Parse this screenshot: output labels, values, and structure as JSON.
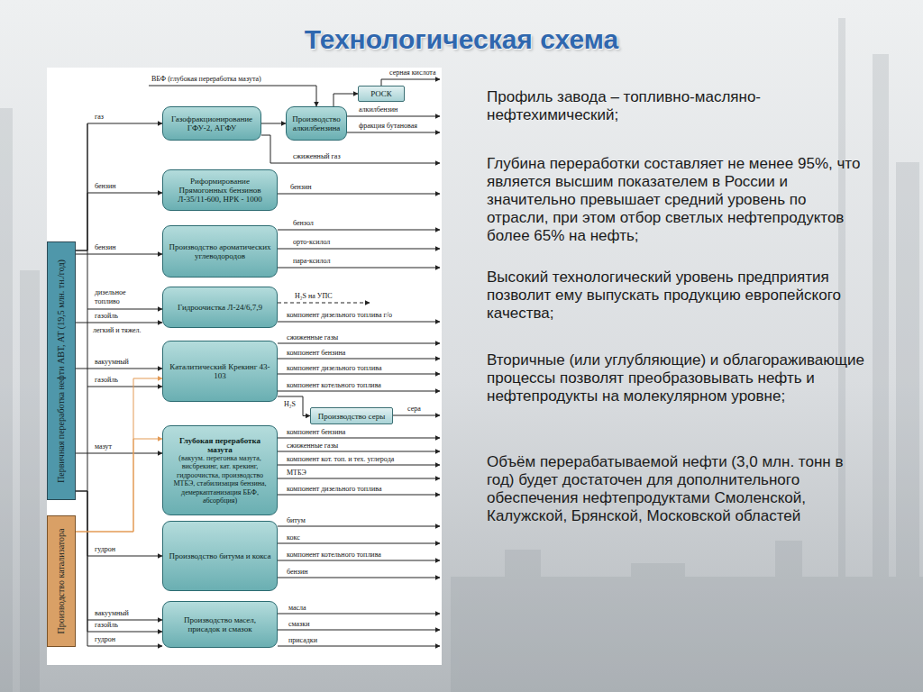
{
  "diagram": {
    "title": "Технологическая схема",
    "nodes": [
      {
        "text": [
          "Первичная переработка нефти АВТ, АТ (19,5 млн. тн./год)"
        ]
      },
      {
        "text": [
          "Газофракционирование ГФУ-2, АГФУ"
        ]
      },
      {
        "text": [
          "Производство алкилбензина"
        ]
      },
      {
        "text": [
          "РОСК"
        ]
      },
      {
        "text": [
          "Риформирование Прямогонных бензинов Л-35/11-600, НРК - 1000"
        ]
      },
      {
        "text": [
          "Производство ароматических углеводородов"
        ]
      },
      {
        "text": [
          "Гидроочистка Л-24/6,7,9"
        ]
      },
      {
        "text": [
          "Каталитический Крекинг 43-103"
        ]
      },
      {
        "text": [
          "Производство серы"
        ]
      },
      {
        "text": [
          "Глубокая переработка мазута",
          "(вакуум. перегонка мазута, висбрекинг, кат. крекинг, гидроочистка, производство МТБЭ, стабилизация бензина, демеркаптанизация ББФ, абсорбция)"
        ]
      },
      {
        "text": [
          "Производство битума и кокса"
        ]
      },
      {
        "text": [
          "Производство масел, присадок и смазок"
        ]
      },
      {
        "text": [
          "Производство катализатора"
        ]
      }
    ],
    "edges": [
      {
        "from": 0,
        "to": 1,
        "label": "газ",
        "arrow": "to"
      },
      {
        "from": 1,
        "to": 2,
        "arrow": "to"
      },
      {
        "from": 2,
        "to": 3,
        "arrow": "to"
      },
      {
        "from": 0,
        "to": 4,
        "label": "бензин",
        "arrow": "to"
      },
      {
        "from": 0,
        "to": 5,
        "label": "бензин",
        "arrow": "to"
      },
      {
        "from": 0,
        "to": 6,
        "arrow": "to"
      },
      {
        "from": 0,
        "to": 7,
        "arrow": "to"
      },
      {
        "from": 7,
        "to": 8,
        "arrow": "to"
      },
      {
        "from": 0,
        "to": 9,
        "label": "мазут",
        "arrow": "to"
      },
      {
        "from": 0,
        "to": 10,
        "label": "гудрон",
        "arrow": "to"
      },
      {
        "from": 0,
        "to": 11,
        "arrow": "to"
      },
      {
        "from": 12,
        "to": 7,
        "arrow": "to"
      },
      {
        "from": 12,
        "to": 9,
        "arrow": "to"
      }
    ],
    "labels": [
      "ВБФ (глубокая переработка мазута)",
      "серная кислота",
      "алкилбензин",
      "фракция бутановая",
      "сжиженный газ",
      "бензин",
      "бензол",
      "орто-ксилол",
      "пара-ксилол",
      "дизельное топливо",
      "газойль",
      "легкий и тяжел.",
      "H₂S на УПС",
      "компонент дизельного топлива г/о",
      "сжиженные газы",
      "компонент бензина",
      "компонент дизельного топлива",
      "компонент котельного топлива",
      "вакуумный",
      "газойль",
      "H₂S",
      "сера",
      "компонент бензина",
      "сжиженные газы",
      "компонент кот. топ. и тех. углерода",
      "МТБЭ",
      "компонент дизельного топлива",
      "битум",
      "кокс",
      "компонент котельного топлива",
      "бензин",
      "вакуумный",
      "газойль",
      "гудрон",
      "масла",
      "смазки",
      "присадки",
      "Профиль завода – топливно-масляно-нефтехимический;",
      "Глубина переработки составляет не менее 95%, что является высшим показателем в России и значительно превышает средний уровень по отрасли, при этом отбор светлых нефтепродуктов более 65% на нефть;",
      "Высокий технологический уровень предприятия позволит ему выпускать продукцию европейского качества;",
      "Вторичные (или углубляющие) и облагораживающие процессы позволят преобразовывать нефть и нефтепродукты на молекулярном уровне;",
      "Объём перерабатываемой нефти (3,0 млн. тонн в год) будет достаточен для дополнительного обеспечения нефтепродуктами Смоленской, Калужской, Брянской, Московской областей"
    ]
  }
}
